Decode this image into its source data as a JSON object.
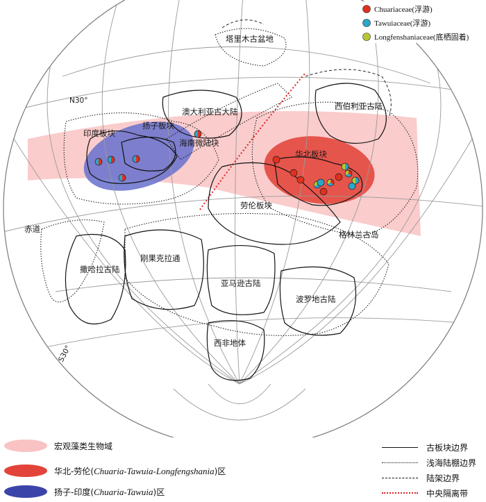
{
  "legend_top": [
    {
      "name": "Chuariaceae",
      "note": "(浮游)",
      "color": "#e0301e"
    },
    {
      "name": "Tawuiaceae",
      "note": "(浮游)",
      "color": "#2aa6c9"
    },
    {
      "name": "Longfenshaniaceae",
      "note": "(底栖固着)",
      "color": "#b8c832"
    }
  ],
  "latitude_labels": {
    "n30": "N30°",
    "equator": "赤道",
    "s30": "S30°"
  },
  "continents": {
    "tarim": "塔里木古盆地",
    "australia": "澳大利亚古大陆",
    "siberia": "西伯利亚古陆",
    "india": "印度板块",
    "yangtze": "扬子板块",
    "hainan": "海南微陆块",
    "north_china": "华北板块",
    "laurentia": "劳伦板块",
    "greenland": "格林兰古岛",
    "sahara": "撒哈拉古陆",
    "congo": "刚果克拉通",
    "amazonia": "亚马逊古陆",
    "baltica": "波罗地古陆",
    "west_africa": "西非地体"
  },
  "legend_bottom": {
    "biome": "宏观藻类生物域",
    "north_china_zone_prefix": "华北-劳伦(",
    "north_china_zone_taxa": "Chuaria-Tawuia-Longfengshania",
    "north_china_zone_suffix": ")区",
    "yangtze_zone_prefix": "扬子-印度(",
    "yangtze_zone_taxa": "Chuaria-Tawuia",
    "yangtze_zone_suffix": ")区",
    "plate_boundary": "古板块边界",
    "shelf_boundary": "浅海陆棚边界",
    "continental_shelf": "陆架边界",
    "central_rift": "中央隔离带"
  },
  "colors": {
    "biome_band": "#f9c3c3",
    "north_china_zone": "#e2443a",
    "yangtze_zone": "#5b64c8",
    "rift": "#e02020"
  }
}
